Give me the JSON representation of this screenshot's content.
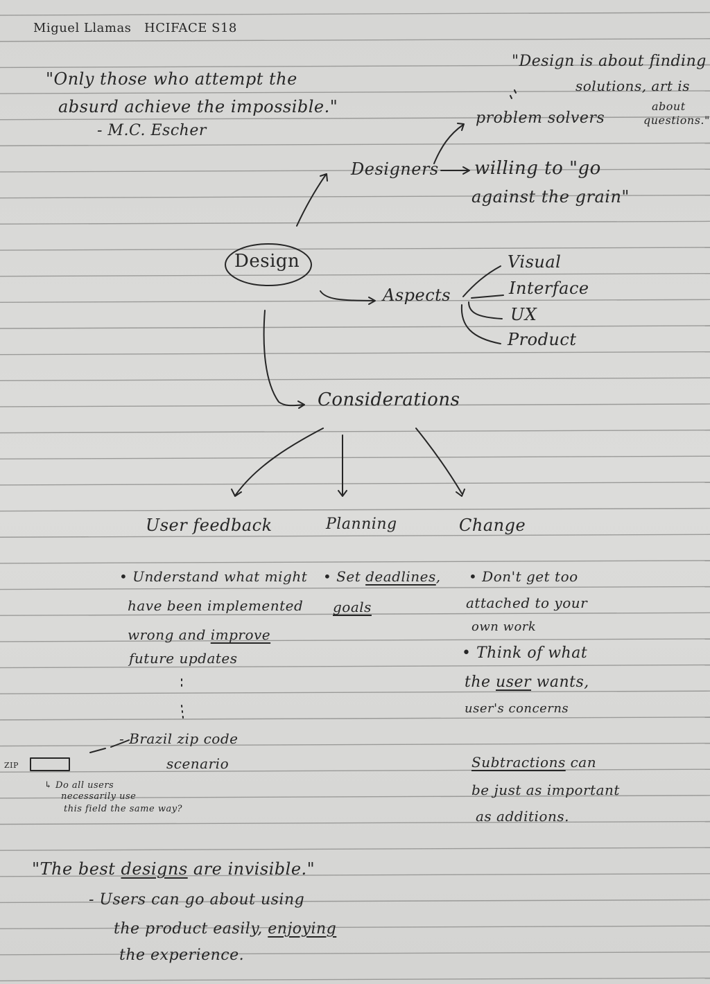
{
  "header": {
    "author": "Miguel Llamas",
    "course": "HCIFACE S18"
  },
  "quote_top": {
    "line1": "\"Only those who attempt the",
    "line2": "absurd achieve the impossible.\"",
    "attribution": "- M.C. Escher"
  },
  "quote_design_art": {
    "line1": "\"Design is about finding",
    "line2": "solutions, art is",
    "line3": "about",
    "line4": "questions.\""
  },
  "central": {
    "label": "Design"
  },
  "designers": {
    "label": "Designers",
    "trait1": "problem solvers",
    "trait2_line1": "willing to \"go",
    "trait2_line2": "against the grain\""
  },
  "aspects": {
    "label": "Aspects",
    "items": [
      "Visual",
      "Interface",
      "UX",
      "Product"
    ]
  },
  "considerations": {
    "label": "Considerations",
    "branches": {
      "user_feedback": {
        "title": "User feedback",
        "note": [
          "• Understand what might",
          "have been implemented",
          "wrong and ",
          "improve",
          "future updates"
        ],
        "example_line1": "- Brazil zip code",
        "example_line2": "scenario"
      },
      "planning": {
        "title": "Planning",
        "note": [
          "• Set ",
          "deadlines",
          ",",
          "goals"
        ]
      },
      "change": {
        "title": "Change",
        "note1": [
          "• Don't get too",
          "attached to your",
          "own work"
        ],
        "note2": [
          "• Think of what",
          "the ",
          "user",
          " wants,",
          "user's concerns"
        ],
        "subtractions": [
          "Subtractions",
          " can",
          "be just as important",
          "as additions."
        ]
      }
    }
  },
  "zip_sketch": {
    "label": "ZIP",
    "question_line1": "↳ Do all users",
    "question_line2": "necessarily use",
    "question_line3": "this field the same way?"
  },
  "quote_bottom": {
    "line1_a": "\"The best ",
    "line1_b": "designs",
    "line1_c": " are invisible.\"",
    "line2": "- Users can go about using",
    "line3_a": "the product easily, ",
    "line3_b": "enjoying",
    "line4": "the experience."
  }
}
